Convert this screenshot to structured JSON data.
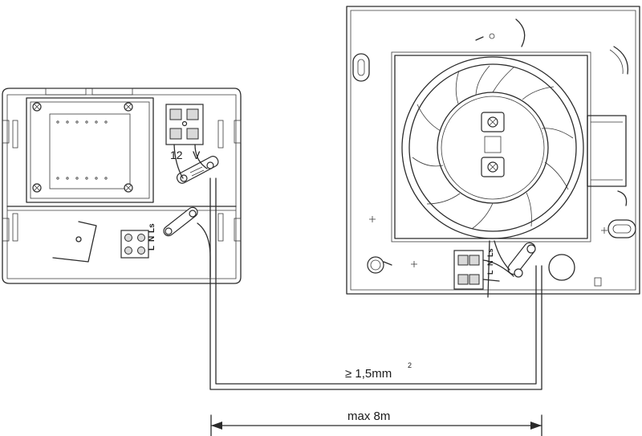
{
  "labels": {
    "voltage_12": "12",
    "voltage_v": "V",
    "terminal_l": "L",
    "terminal_n": "N",
    "terminal_ls": "Ls",
    "cable_section": "≥ 1,5mm",
    "cable_section_sup": "2",
    "max_length": "max 8m"
  }
}
